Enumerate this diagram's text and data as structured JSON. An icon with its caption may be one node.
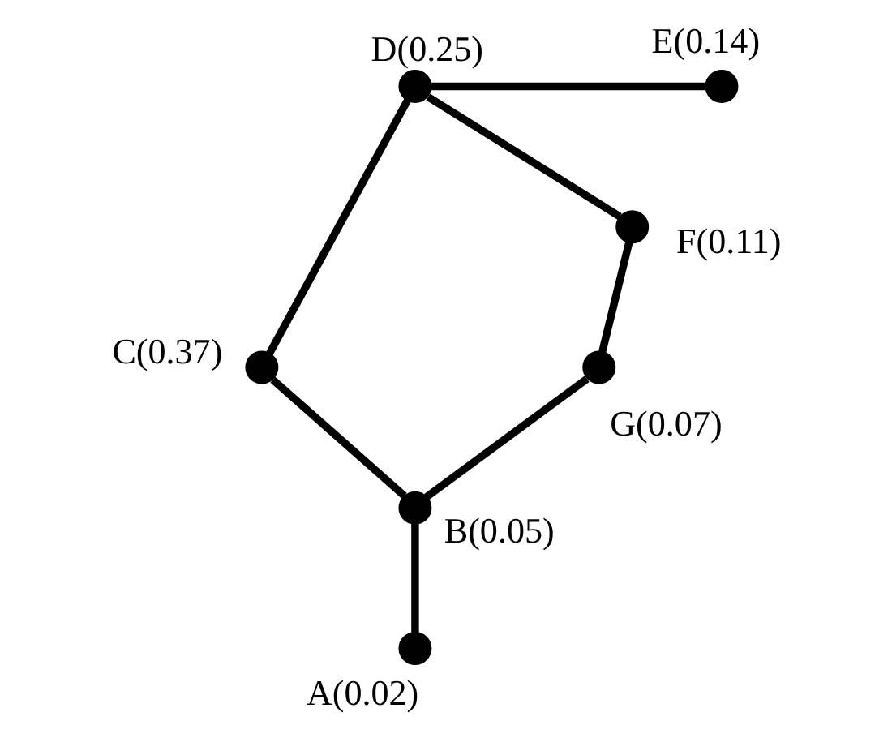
{
  "diagram": {
    "nodes": [
      {
        "text": [],
        "shape": "circle",
        "beside": [
          "D(0.25)"
        ]
      },
      {
        "text": [],
        "shape": "circle",
        "beside": [
          "E(0.14)"
        ]
      },
      {
        "text": [],
        "shape": "circle",
        "beside": [
          "F(0.11)"
        ]
      },
      {
        "text": [],
        "shape": "circle",
        "beside": [
          "C(0.37)"
        ]
      },
      {
        "text": [],
        "shape": "circle",
        "beside": [
          "G(0.07)"
        ]
      },
      {
        "text": [],
        "shape": "circle",
        "beside": [
          "B(0.05)"
        ]
      },
      {
        "text": [],
        "shape": "circle",
        "beside": [
          "A(0.02)"
        ]
      }
    ],
    "edges": [
      {
        "from": 0,
        "to": 1,
        "arrow": "none"
      },
      {
        "from": 0,
        "to": 3,
        "arrow": "none"
      },
      {
        "from": 0,
        "to": 2,
        "arrow": "none"
      },
      {
        "from": 2,
        "to": 4,
        "arrow": "none"
      },
      {
        "from": 3,
        "to": 5,
        "arrow": "none"
      },
      {
        "from": 4,
        "to": 5,
        "arrow": "none"
      },
      {
        "from": 5,
        "to": 6,
        "arrow": "none"
      }
    ]
  }
}
